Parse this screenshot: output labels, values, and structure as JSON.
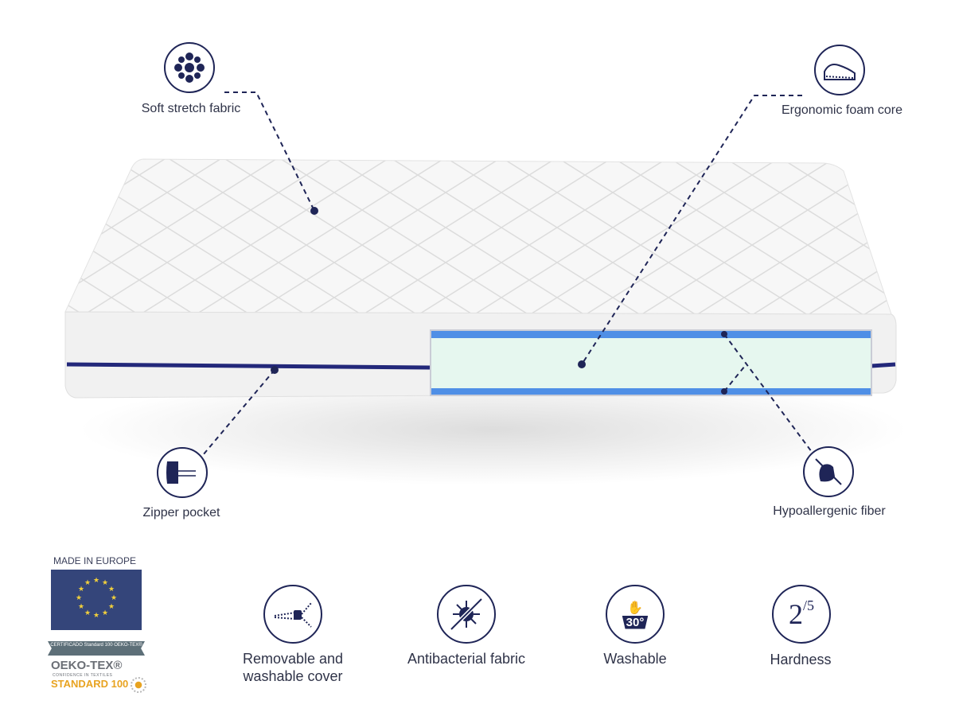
{
  "callouts": {
    "soft_stretch": "Soft stretch fabric",
    "ergonomic": "Ergonomic foam core",
    "zipper": "Zipper pocket",
    "hypoallergenic": "Hypoallergenic fiber"
  },
  "features": [
    {
      "label": "Removable and washable cover",
      "icon": "zipper-icon"
    },
    {
      "label": "Antibacterial fabric",
      "icon": "antibacterial-icon"
    },
    {
      "label": "Washable",
      "icon": "washable-30-icon",
      "temp": "30°"
    },
    {
      "label": "Hardness",
      "icon": "hardness-icon",
      "value": "2",
      "max": "/5"
    }
  ],
  "badges": {
    "made_in": "MADE IN EUROPE",
    "certificate": "CERTIFICADO Standard 100 OEKO-TEX®",
    "oeko": "OEKO-TEX®",
    "oeko_sub": "CONFIDENCE IN TEXTILES",
    "standard": "STANDARD 100"
  },
  "colors": {
    "navy": "#1f2557",
    "foam": "#e6f7ef",
    "foam_band": "#4f8fe6"
  }
}
